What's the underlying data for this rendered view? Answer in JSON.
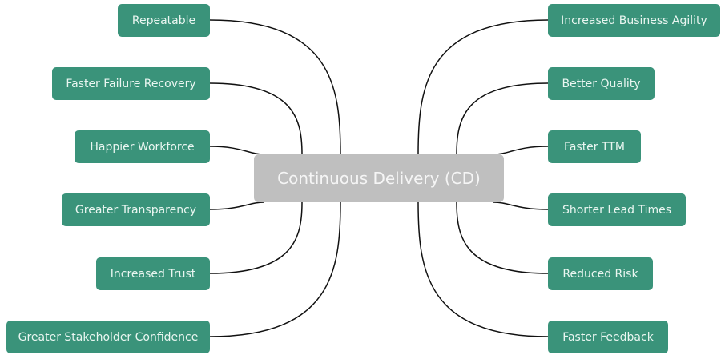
{
  "diagram": {
    "type": "mind-map",
    "colors": {
      "branch_fill": "#3a937a",
      "center_fill": "#bfbfbf",
      "connector": "#111111"
    },
    "center": {
      "label": "Continuous Delivery (CD)"
    },
    "left_branches": [
      {
        "label": "Repeatable"
      },
      {
        "label": "Faster Failure Recovery"
      },
      {
        "label": "Happier Workforce"
      },
      {
        "label": "Greater Transparency"
      },
      {
        "label": "Increased Trust"
      },
      {
        "label": "Greater Stakeholder Confidence"
      }
    ],
    "right_branches": [
      {
        "label": "Increased Business Agility"
      },
      {
        "label": "Better Quality"
      },
      {
        "label": "Faster TTM"
      },
      {
        "label": "Shorter Lead Times"
      },
      {
        "label": "Reduced Risk"
      },
      {
        "label": "Faster Feedback"
      }
    ]
  }
}
